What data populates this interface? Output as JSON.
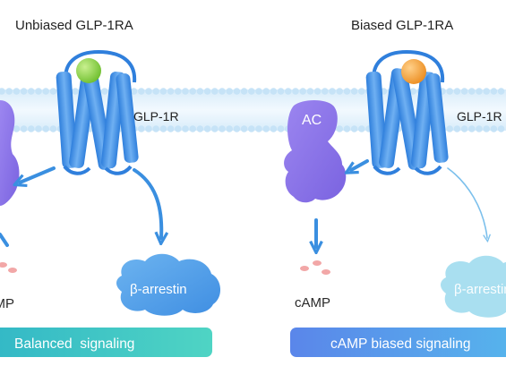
{
  "left_panel": {
    "title": "Unbiased GLP-1RA",
    "receptor_label": "GLP-1R",
    "second_messenger_label": "cAMP",
    "arrestin_label": "β-arrestin",
    "banner_label": "Balanced  signaling",
    "ligand_color": "#8fd14f",
    "banner_color": "#3cc3c0"
  },
  "right_panel": {
    "title": "Biased GLP-1RA",
    "receptor_label": "GLP-1R",
    "enzyme_label": "AC",
    "second_messenger_label": "cAMP",
    "arrestin_label": "β-arrestin",
    "banner_label": "cAMP biased signaling",
    "ligand_color": "#f0a035",
    "banner_color": "#5b8fe8"
  },
  "colors": {
    "membrane_head": "#c6e3f7",
    "membrane_band": "#e8f4fc",
    "receptor_blue": "#3e8ee6",
    "adenylyl_cyclase": "#8a74e8",
    "arrestin": "#5aa3e8",
    "arrestin_faded": "#a9dff0",
    "camp_dots": "#f2a7a7",
    "arrow": "#3a8fe0"
  }
}
